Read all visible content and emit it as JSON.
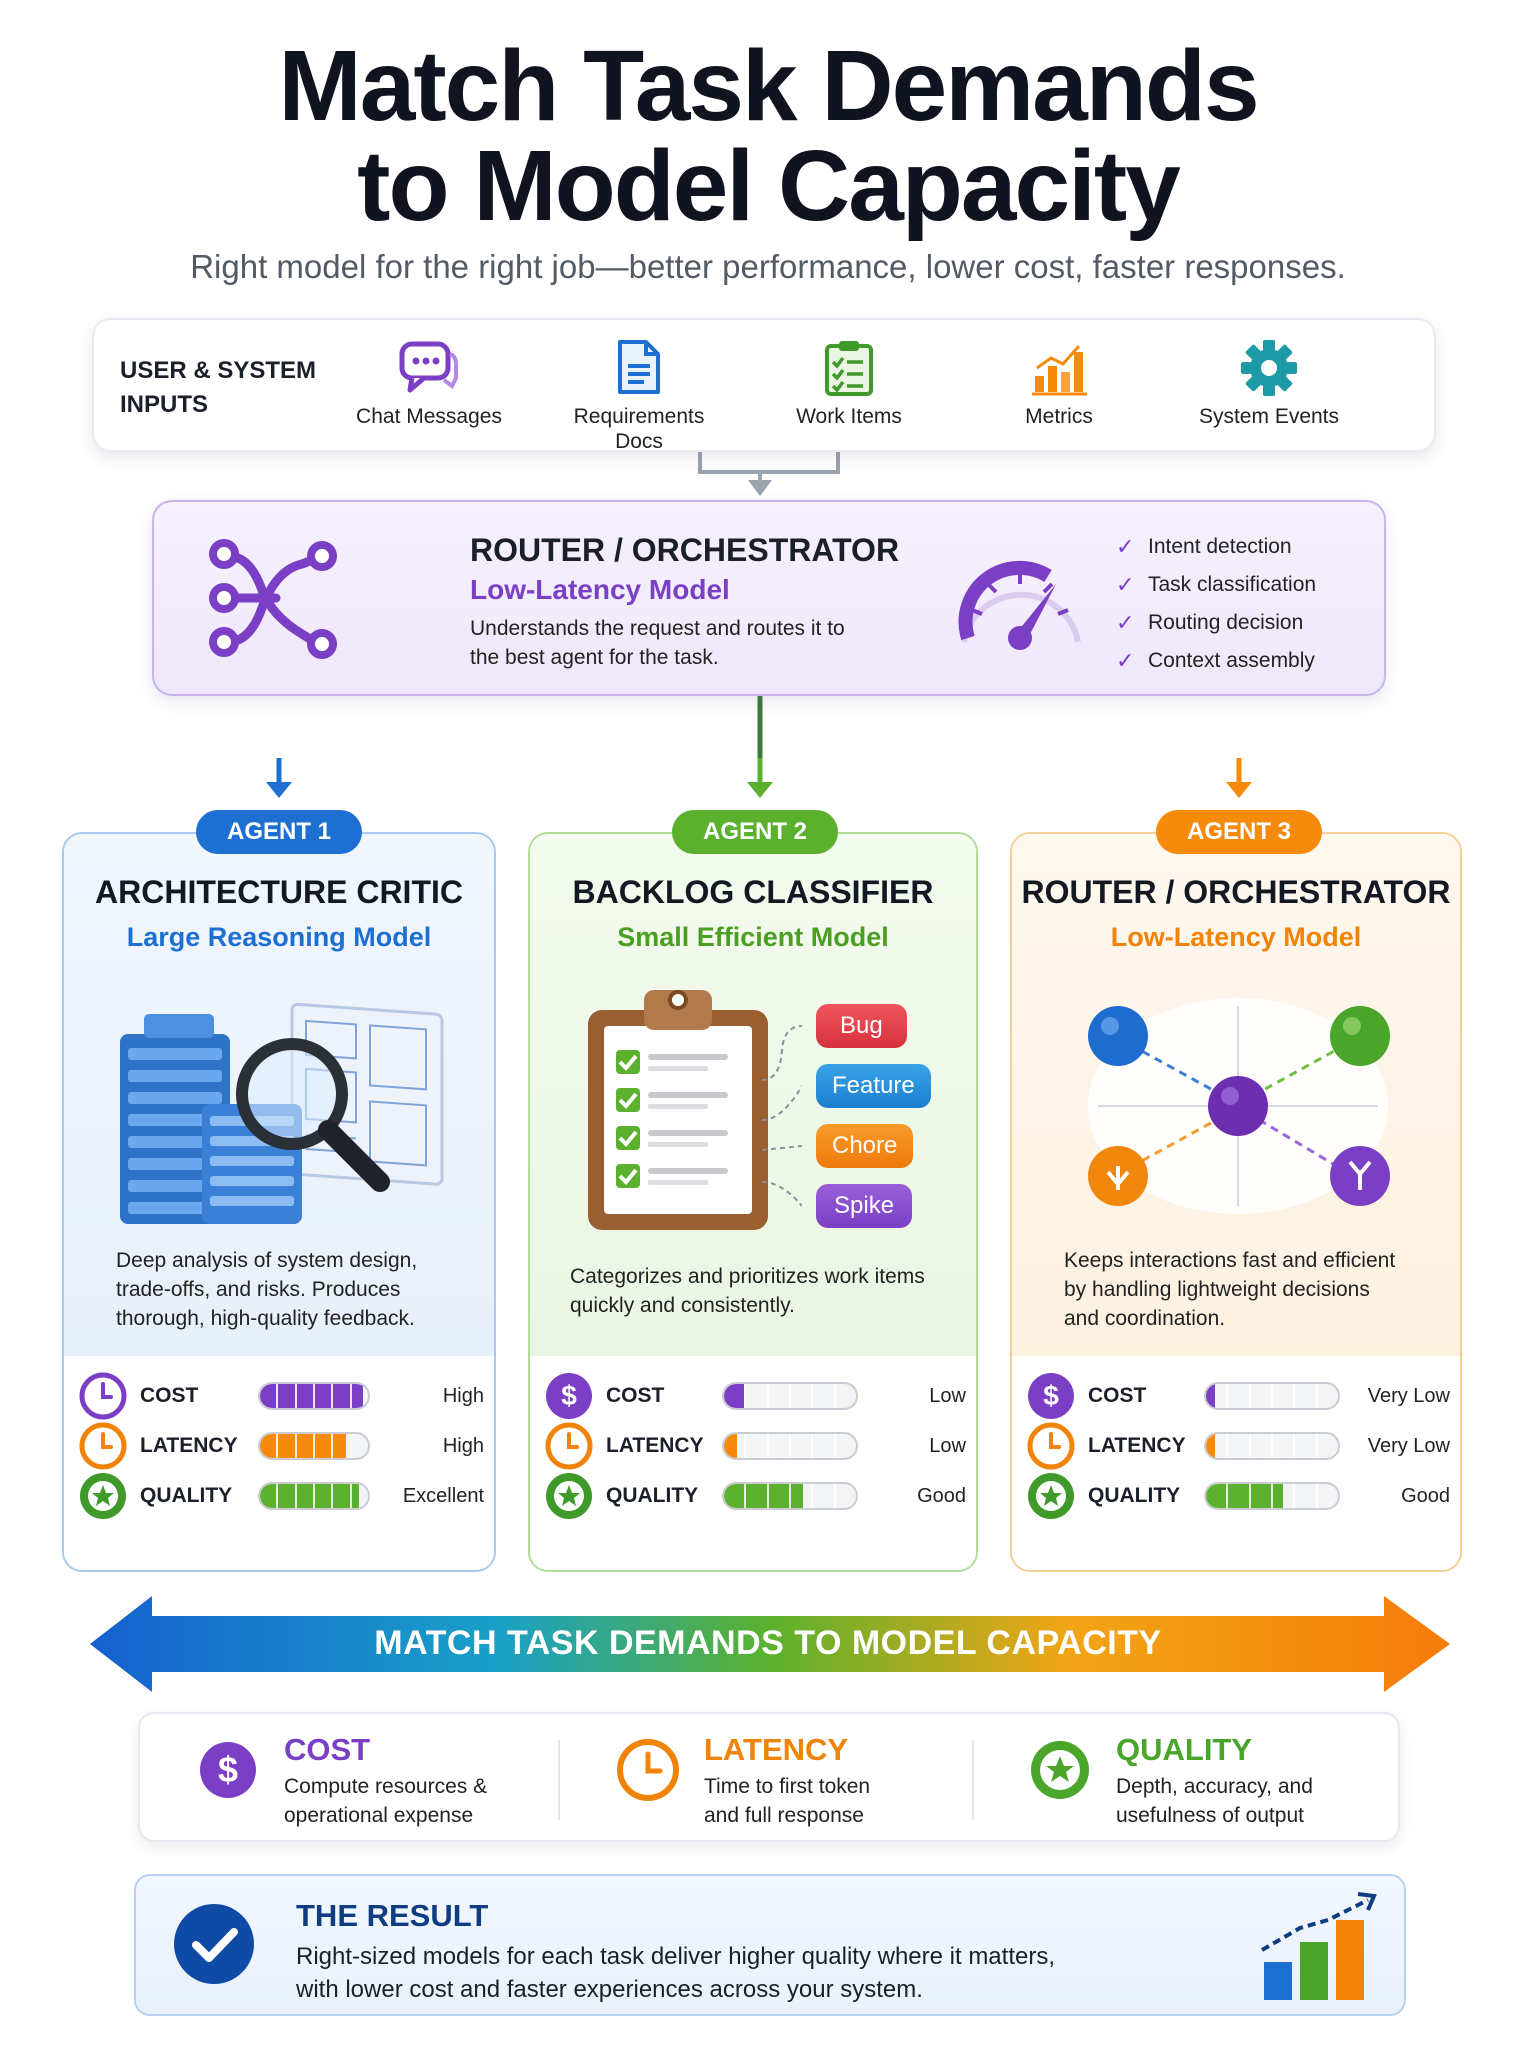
{
  "header": {
    "title_line1": "Match Task Demands",
    "title_line2": "to Model Capacity",
    "subtitle": "Right model for the right job—better performance, lower cost, faster responses."
  },
  "inputs": {
    "label_line1": "USER & SYSTEM",
    "label_line2": "INPUTS",
    "items": [
      {
        "label": "Chat Messages",
        "icon": "chat-icon"
      },
      {
        "label_line1": "Requirements",
        "label_line2": "Docs",
        "icon": "document-icon"
      },
      {
        "label": "Work Items",
        "icon": "checklist-icon"
      },
      {
        "label": "Metrics",
        "icon": "bar-chart-icon"
      },
      {
        "label": "System Events",
        "icon": "gear-icon"
      }
    ]
  },
  "router": {
    "title": "ROUTER / ORCHESTRATOR",
    "subtitle": "Low-Latency Model",
    "desc_line1": "Understands the request and routes it to",
    "desc_line2": "the best agent for the task.",
    "checks": [
      "Intent detection",
      "Task classification",
      "Routing decision",
      "Context assembly"
    ]
  },
  "agents": [
    {
      "badge": "AGENT 1",
      "title": "ARCHITECTURE CRITIC",
      "subtitle": "Large Reasoning Model",
      "desc_line1": "Deep analysis of system design,",
      "desc_line2": "trade-offs, and risks. Produces",
      "desc_line3": "thorough, high-quality feedback.",
      "metrics": [
        {
          "name": "COST",
          "value": "High",
          "level": 0.95
        },
        {
          "name": "LATENCY",
          "value": "High",
          "level": 0.8
        },
        {
          "name": "QUALITY",
          "value": "Excellent",
          "level": 0.92
        }
      ]
    },
    {
      "badge": "AGENT 2",
      "title": "BACKLOG CLASSIFIER",
      "subtitle": "Small Efficient Model",
      "tags": [
        "Bug",
        "Feature",
        "Chore",
        "Spike"
      ],
      "desc_line1": "Categorizes and prioritizes work items",
      "desc_line2": "quickly and consistently.",
      "metrics": [
        {
          "name": "COST",
          "value": "Low",
          "level": 0.15
        },
        {
          "name": "LATENCY",
          "value": "Low",
          "level": 0.1
        },
        {
          "name": "QUALITY",
          "value": "Good",
          "level": 0.6
        }
      ]
    },
    {
      "badge": "AGENT 3",
      "title": "ROUTER / ORCHESTRATOR",
      "subtitle": "Low-Latency Model",
      "desc_line1": "Keeps interactions fast and efficient",
      "desc_line2": "by handling lightweight decisions",
      "desc_line3": "and coordination.",
      "metrics": [
        {
          "name": "COST",
          "value": "Very Low",
          "level": 0.07
        },
        {
          "name": "LATENCY",
          "value": "Very Low",
          "level": 0.07
        },
        {
          "name": "QUALITY",
          "value": "Good",
          "level": 0.58
        }
      ]
    }
  ],
  "banner": {
    "text": "MATCH TASK DEMANDS TO MODEL CAPACITY"
  },
  "legend": [
    {
      "name": "COST",
      "desc_line1": "Compute resources &",
      "desc_line2": "operational expense"
    },
    {
      "name": "LATENCY",
      "desc_line1": "Time to first token",
      "desc_line2": "and full response"
    },
    {
      "name": "QUALITY",
      "desc_line1": "Depth, accuracy, and",
      "desc_line2": "usefulness of output"
    }
  ],
  "result": {
    "title": "THE RESULT",
    "line1": "Right-sized models for each task deliver higher quality where it matters,",
    "line2": "with lower cost and faster experiences across your system."
  },
  "colors": {
    "purple": "#7a3fc4",
    "blue": "#1d6fd1",
    "green": "#5bb12e",
    "orange": "#f58a0b",
    "navy": "#0f3d82"
  }
}
